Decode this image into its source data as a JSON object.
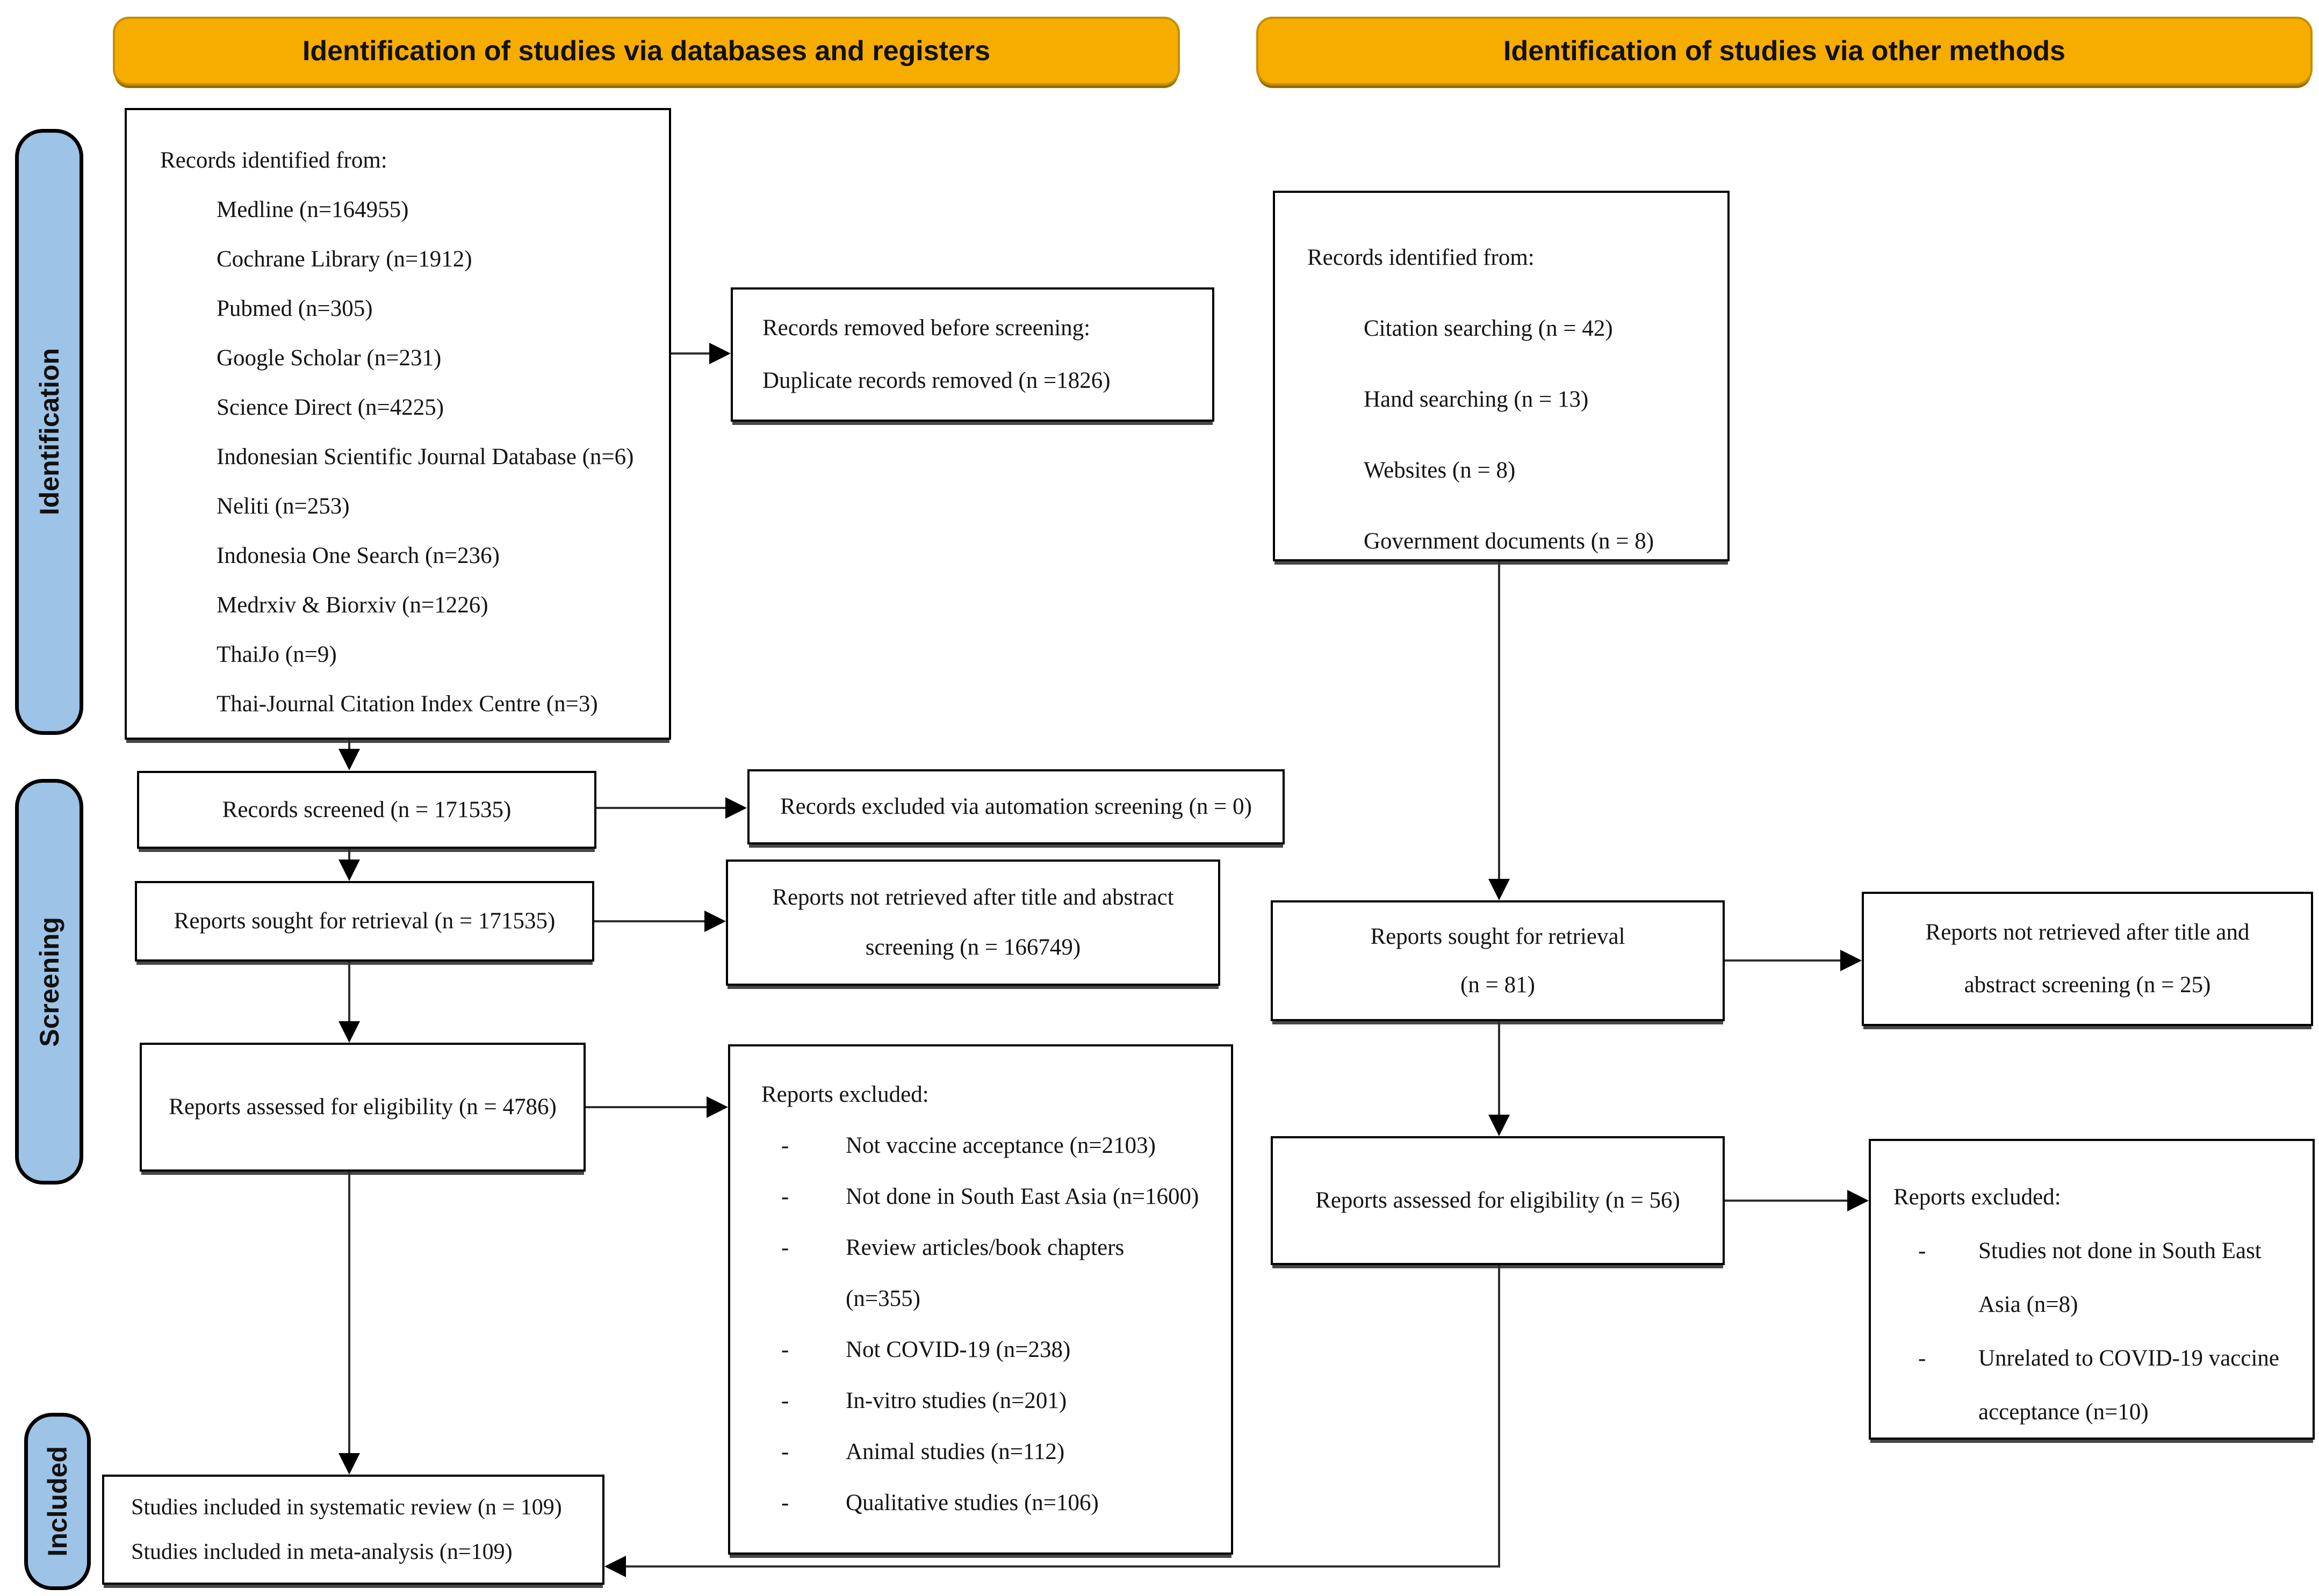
{
  "headers": {
    "databases": "Identification of studies via databases and registers",
    "other": "Identification of studies via other methods"
  },
  "sidebar": {
    "identification": "Identification",
    "screening": "Screening",
    "included": "Included"
  },
  "colors": {
    "header_bg": "#F7AC00",
    "sidebar_bg": "#9DC3E6",
    "box_border": "#000000",
    "background": "#FFFFFF"
  },
  "left": {
    "records_identified": {
      "title": "Records identified from:",
      "items": [
        "Medline (n=164955)",
        "Cochrane Library (n=1912)",
        "Pubmed (n=305)",
        "Google Scholar (n=231)",
        "Science Direct (n=4225)",
        "Indonesian Scientific Journal Database (n=6)",
        "Neliti (n=253)",
        "Indonesia One Search (n=236)",
        "Medrxiv & Biorxiv (n=1226)",
        "ThaiJo (n=9)",
        "Thai-Journal Citation Index Centre (n=3)"
      ]
    },
    "records_removed": {
      "lines": [
        "Records removed before screening:",
        "Duplicate records removed (n =1826)"
      ]
    },
    "records_screened": "Records screened (n = 171535)",
    "records_excluded_automation": "Records excluded via automation screening (n = 0)",
    "reports_sought": "Reports sought for retrieval (n = 171535)",
    "reports_not_retrieved": {
      "lines": [
        "Reports not retrieved after title and abstract",
        "screening (n = 166749)"
      ]
    },
    "reports_assessed": "Reports assessed for eligibility (n = 4786)",
    "reports_excluded": {
      "title": "Reports excluded:",
      "items": [
        [
          "Not vaccine acceptance (n=2103)"
        ],
        [
          "Not done in South East Asia (n=1600)"
        ],
        [
          "Review articles/book chapters",
          "(n=355)"
        ],
        [
          "Not COVID-19 (n=238)"
        ],
        [
          "In-vitro studies (n=201)"
        ],
        [
          "Animal studies (n=112)"
        ],
        [
          "Qualitative studies (n=106)"
        ]
      ]
    },
    "included_studies": {
      "lines": [
        "Studies included in systematic review (n = 109)",
        "Studies included in meta-analysis (n=109)"
      ]
    }
  },
  "right": {
    "records_identified": {
      "title": "Records identified from:",
      "items": [
        "Citation searching (n = 42)",
        "Hand searching (n = 13)",
        "Websites (n = 8)",
        "Government documents (n = 8)"
      ]
    },
    "reports_sought": {
      "lines": [
        "Reports sought for retrieval",
        "(n = 81)"
      ]
    },
    "reports_not_retrieved": {
      "lines": [
        "Reports not retrieved after title and",
        "abstract screening (n = 25)"
      ]
    },
    "reports_assessed": "Reports assessed for eligibility (n = 56)",
    "reports_excluded": {
      "title": "Reports excluded:",
      "items": [
        [
          "Studies not done in South East",
          "Asia (n=8)"
        ],
        [
          "Unrelated to COVID-19 vaccine",
          "acceptance (n=10)"
        ]
      ]
    }
  }
}
